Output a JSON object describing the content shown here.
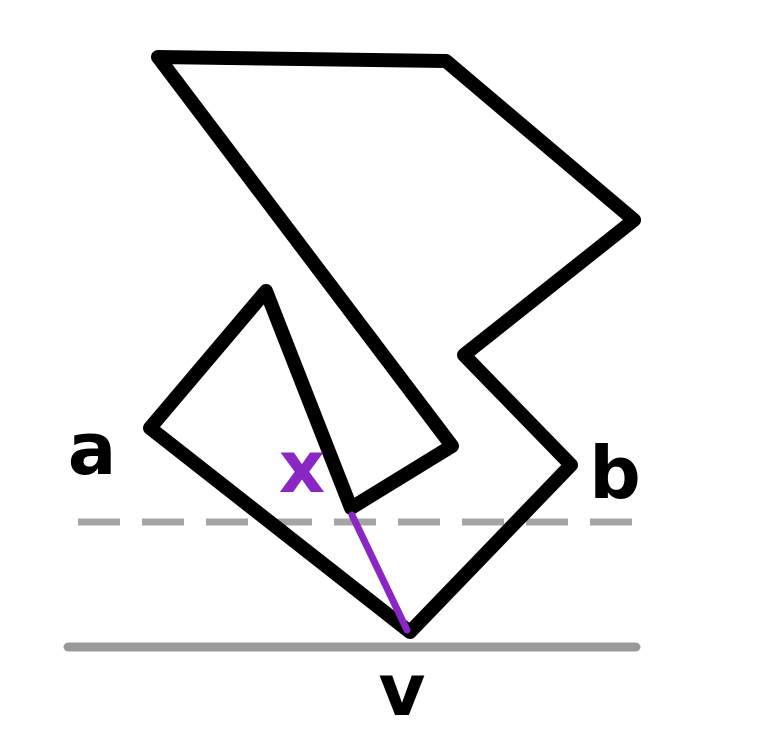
{
  "diagram": {
    "labels": {
      "a": "a",
      "b": "b",
      "v": "v",
      "x": "x"
    },
    "colors": {
      "background": "#ffffff",
      "outline": "#000000",
      "baseline": "#9a9a9a",
      "dashed_line": "#a5a5a5",
      "highlight": "#8a26c4"
    }
  }
}
